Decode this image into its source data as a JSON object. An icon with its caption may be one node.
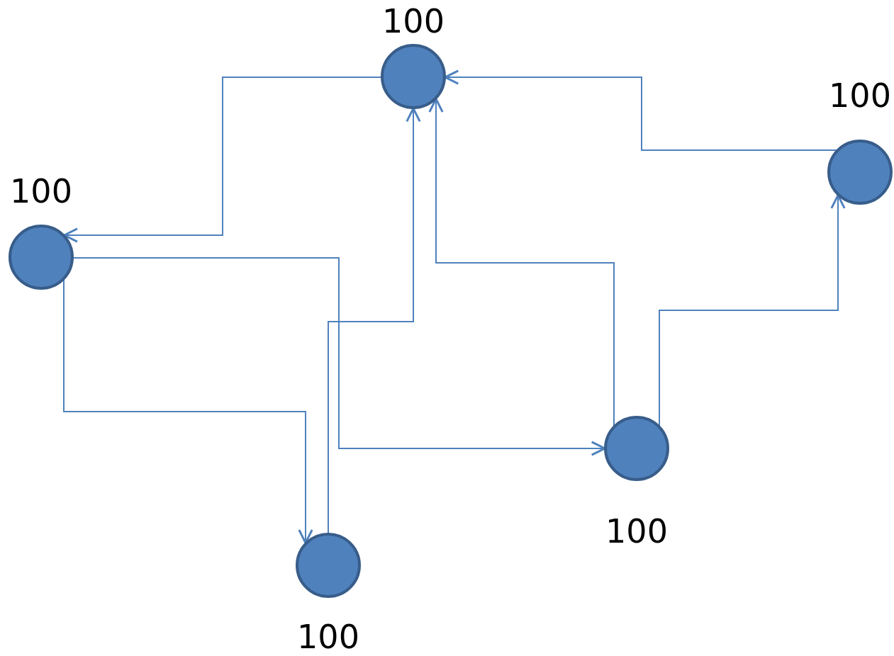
{
  "diagram": {
    "nodes": [
      {
        "text": [
          "100"
        ]
      },
      {
        "text": [
          "100"
        ]
      },
      {
        "text": [
          "100"
        ]
      },
      {
        "text": [
          "100"
        ]
      },
      {
        "text": [
          "100"
        ]
      }
    ],
    "edges": [
      {
        "from": 0,
        "to": 2,
        "arrow": "to"
      },
      {
        "from": 1,
        "to": 0,
        "arrow": "to"
      },
      {
        "from": 2,
        "to": 3,
        "arrow": "to"
      },
      {
        "from": 2,
        "to": 4,
        "arrow": "to"
      },
      {
        "from": 4,
        "to": 0,
        "arrow": "to"
      },
      {
        "from": 3,
        "to": 0,
        "arrow": "to"
      },
      {
        "from": 3,
        "to": 1,
        "arrow": "to"
      }
    ]
  }
}
